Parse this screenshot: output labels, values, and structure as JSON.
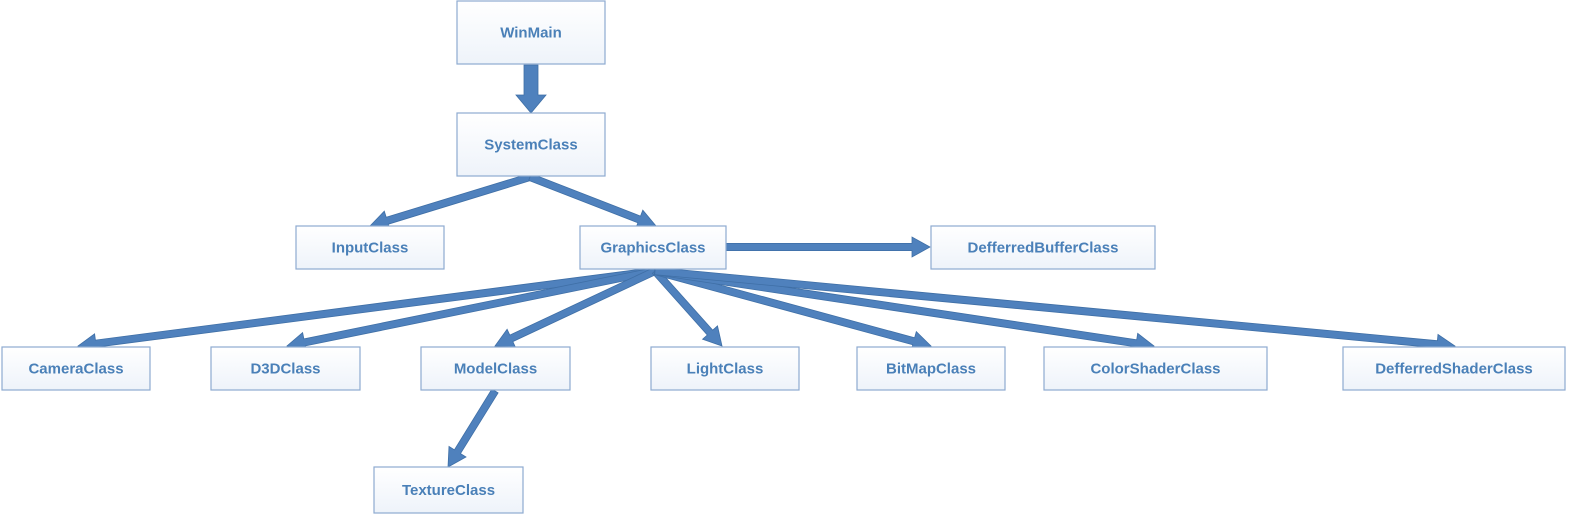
{
  "diagram": {
    "colors": {
      "arrow": "#4f81bd",
      "node_border": "#8eabd0",
      "node_text": "#4a80b8",
      "node_fill_top": "#ffffff",
      "node_fill_bottom": "#eef3fa"
    },
    "nodes": [
      {
        "id": "winmain",
        "label": "WinMain"
      },
      {
        "id": "systemclass",
        "label": "SystemClass"
      },
      {
        "id": "inputclass",
        "label": "InputClass"
      },
      {
        "id": "graphicsclass",
        "label": "GraphicsClass"
      },
      {
        "id": "defferredbufferclass",
        "label": "DefferredBufferClass"
      },
      {
        "id": "cameraclass",
        "label": "CameraClass"
      },
      {
        "id": "d3dclass",
        "label": "D3DClass"
      },
      {
        "id": "modelclass",
        "label": "ModelClass"
      },
      {
        "id": "lightclass",
        "label": "LightClass"
      },
      {
        "id": "bitmapclass",
        "label": "BitMapClass"
      },
      {
        "id": "colorshaderclass",
        "label": "ColorShaderClass"
      },
      {
        "id": "defferredshaderclass",
        "label": "DefferredShaderClass"
      },
      {
        "id": "textureclass",
        "label": "TextureClass"
      }
    ],
    "edges": [
      {
        "from": "winmain",
        "to": "systemclass"
      },
      {
        "from": "systemclass",
        "to": "inputclass"
      },
      {
        "from": "systemclass",
        "to": "graphicsclass"
      },
      {
        "from": "graphicsclass",
        "to": "defferredbufferclass"
      },
      {
        "from": "graphicsclass",
        "to": "cameraclass"
      },
      {
        "from": "graphicsclass",
        "to": "d3dclass"
      },
      {
        "from": "graphicsclass",
        "to": "modelclass"
      },
      {
        "from": "graphicsclass",
        "to": "lightclass"
      },
      {
        "from": "graphicsclass",
        "to": "bitmapclass"
      },
      {
        "from": "graphicsclass",
        "to": "colorshaderclass"
      },
      {
        "from": "graphicsclass",
        "to": "defferredshaderclass"
      },
      {
        "from": "modelclass",
        "to": "textureclass"
      }
    ]
  }
}
